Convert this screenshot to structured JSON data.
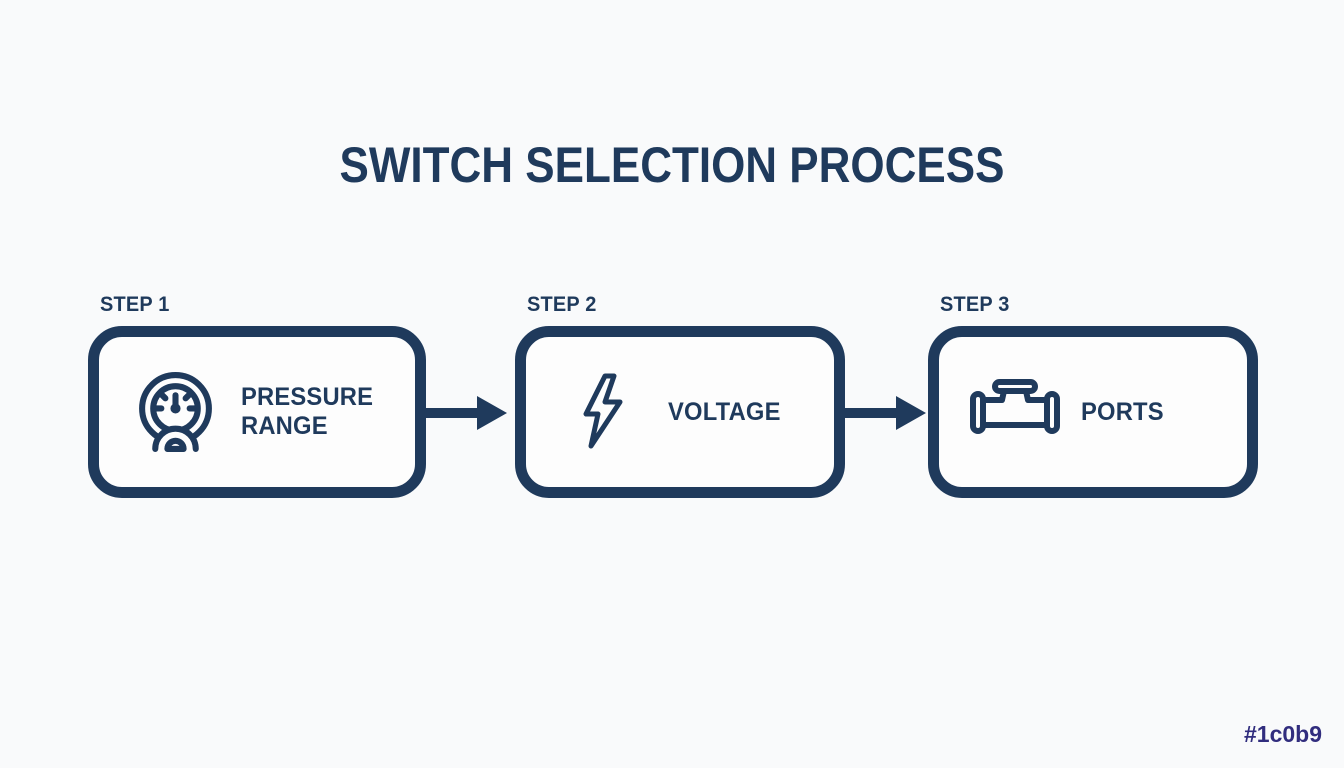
{
  "title": "SWITCH SELECTION PROCESS",
  "watermark": "#1c0b9",
  "colors": {
    "primary": "#1f3a5c",
    "background": "#f9fafb",
    "box_fill": "#fdfdfd",
    "watermark": "#312d7e"
  },
  "steps": [
    {
      "label": "STEP 1",
      "name": "PRESSURE RANGE",
      "icon": "pressure-gauge-icon"
    },
    {
      "label": "STEP 2",
      "name": "VOLTAGE",
      "icon": "lightning-bolt-icon"
    },
    {
      "label": "STEP 3",
      "name": "PORTS",
      "icon": "pipe-tee-icon"
    }
  ]
}
